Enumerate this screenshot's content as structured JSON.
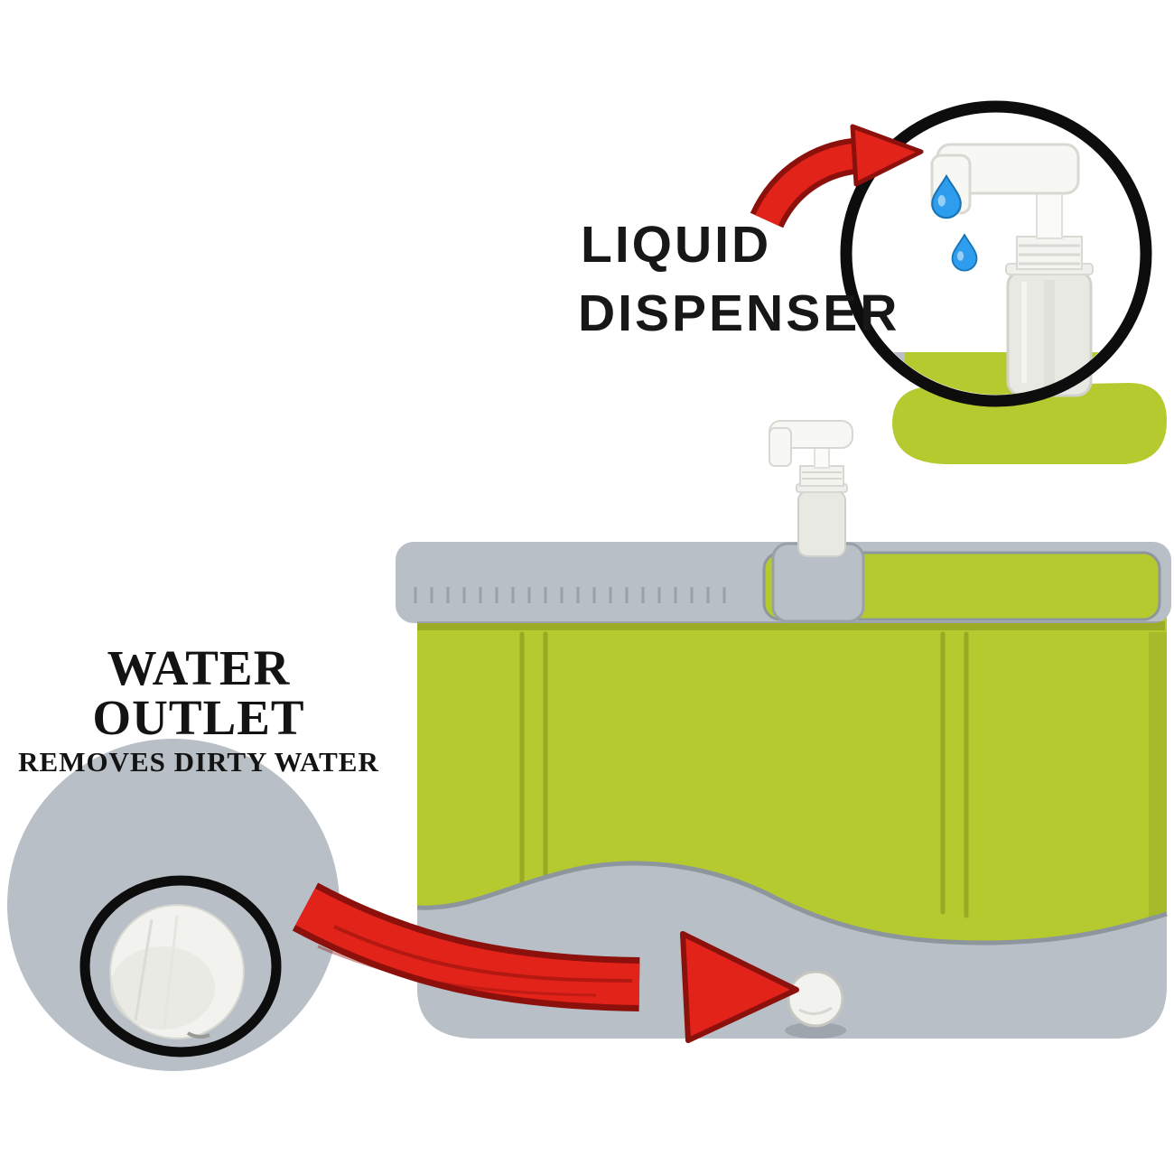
{
  "labels": {
    "liquid_dispenser_line1": "LIQUID",
    "liquid_dispenser_line2": "DISPENSER",
    "water_outlet_title": "WATER OUTLET",
    "water_outlet_subtitle": "REMOVES DIRTY WATER"
  },
  "colors": {
    "background": "#ffffff",
    "bucket_green": "#b5ca2e",
    "bucket_green_dark": "#93a523",
    "lid_gray": "#b8bfc6",
    "lid_gray_dark": "#8e969d",
    "arrow_red": "#e2231a",
    "arrow_red_dark": "#8c100b",
    "drop_blue": "#2f9ded",
    "outline_black": "#0d0d0d",
    "plug_white": "#f2f2ee",
    "bottle_white": "#e9e9e3"
  },
  "icons": {
    "water_drop": "water-drop-icon",
    "red_arrow": "curved-red-arrow-icon",
    "pump": "liquid-pump-dispenser-icon"
  }
}
